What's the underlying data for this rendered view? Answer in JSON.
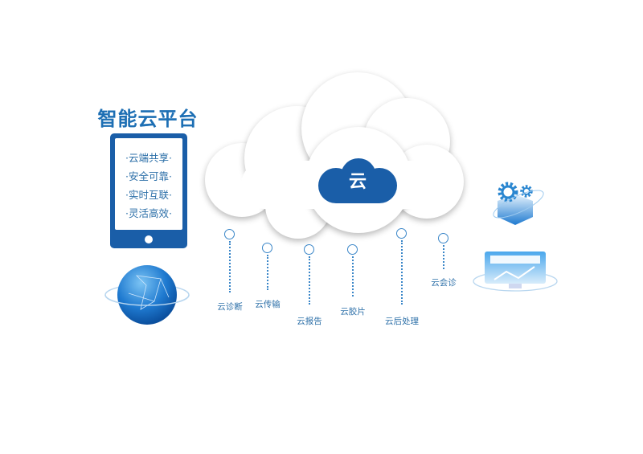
{
  "title": "智能云平台",
  "features": [
    "·云端共享·",
    "·安全可靠·",
    "·实时互联·",
    "·灵活高效·"
  ],
  "cloud_label": "云",
  "services": [
    "云诊断",
    "云传输",
    "云报告",
    "云胶片",
    "云后处理",
    "云会诊"
  ],
  "colors": {
    "primary": "#1a5ea8",
    "accent": "#3a86c8"
  }
}
